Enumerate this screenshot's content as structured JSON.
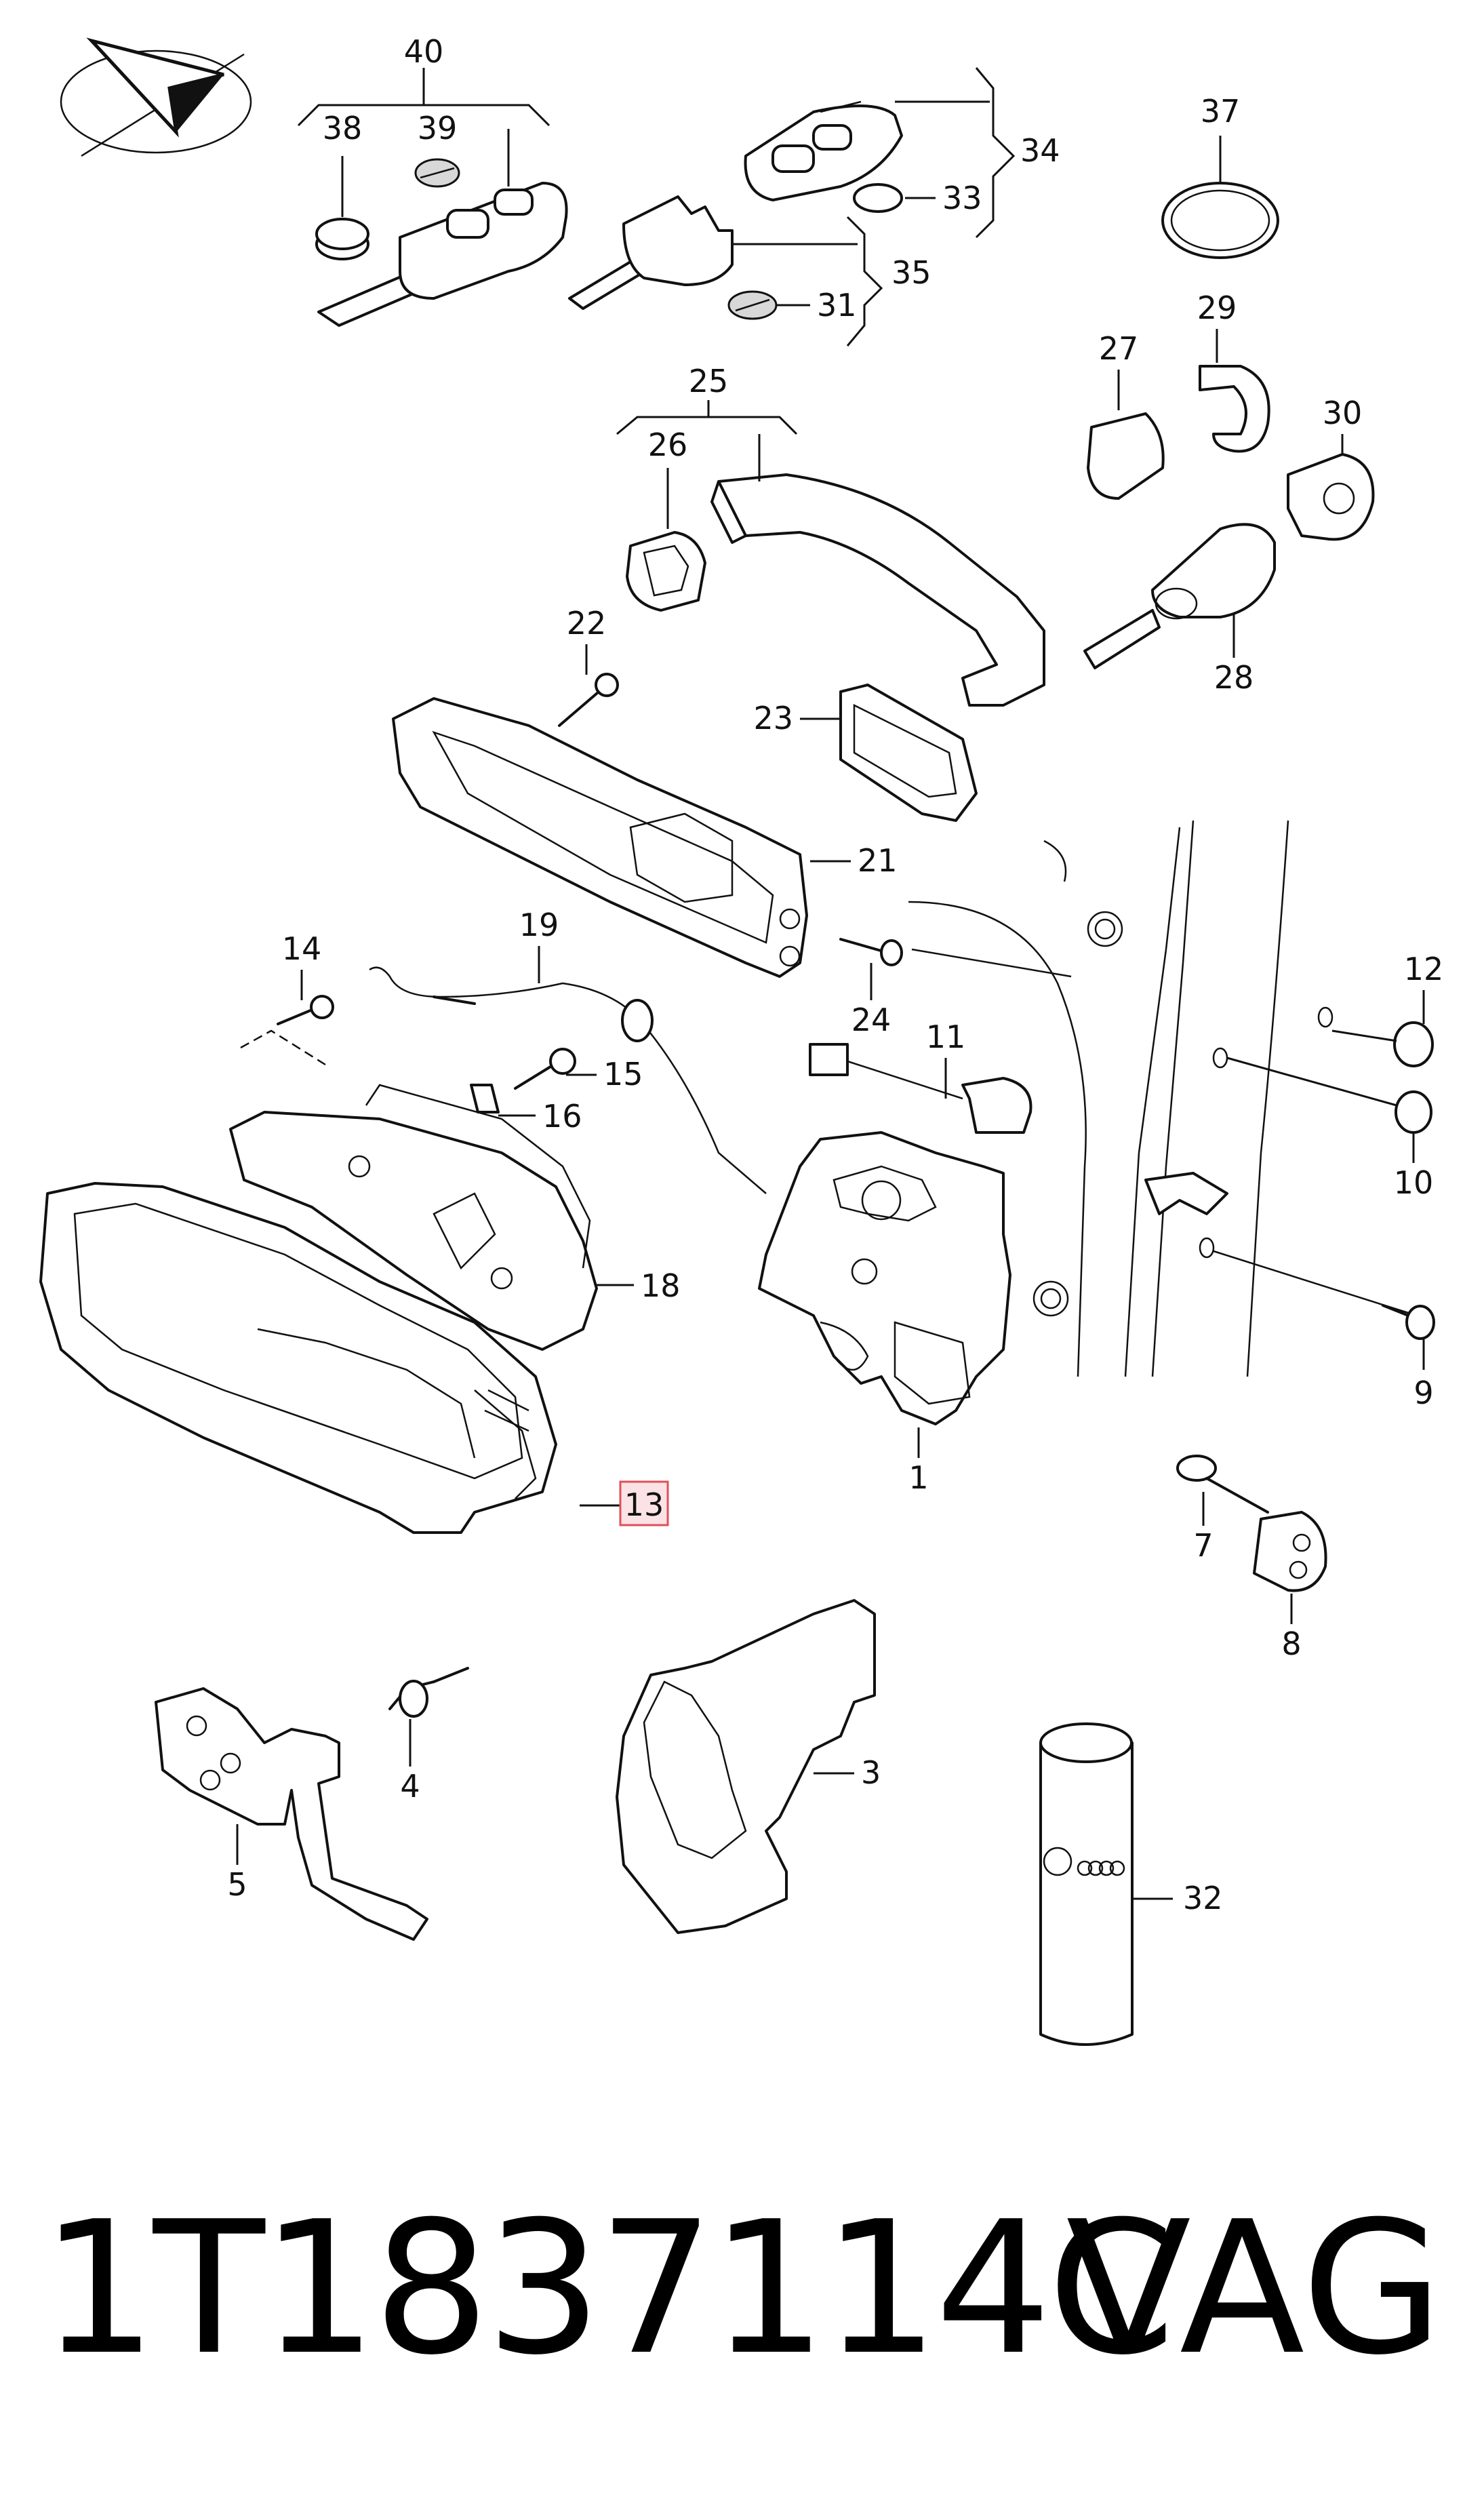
{
  "callouts": {
    "c1": "1",
    "c3": "3",
    "c4": "4",
    "c5": "5",
    "c7": "7",
    "c8": "8",
    "c9": "9",
    "c10": "10",
    "c11": "11",
    "c12": "12",
    "c13": "13",
    "c14": "14",
    "c15": "15",
    "c16": "16",
    "c18": "18",
    "c19": "19",
    "c21": "21",
    "c22": "22",
    "c23": "23",
    "c24": "24",
    "c25": "25",
    "c26": "26",
    "c27": "27",
    "c28": "28",
    "c29": "29",
    "c30": "30",
    "c31": "31",
    "c32": "32",
    "c33": "33",
    "c34": "34",
    "c35": "35",
    "c37": "37",
    "c38": "38",
    "c39": "39",
    "c40": "40"
  },
  "highlight": {
    "callout": "13",
    "color": "#e0505a",
    "fill": "#fbe3e5"
  },
  "footer": {
    "part_number": "1T1837114C",
    "brand": "VAG"
  }
}
